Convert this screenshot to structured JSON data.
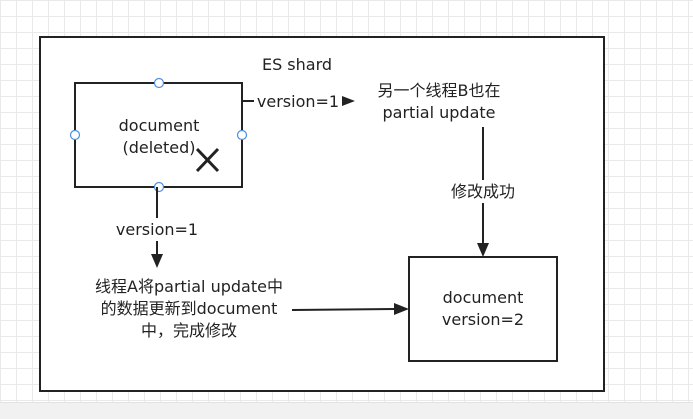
{
  "diagram": {
    "title": "ES shard",
    "doc_deleted": {
      "line1": "document",
      "line2": "(deleted)"
    },
    "doc_new": {
      "line1": "document",
      "line2": "version=2"
    },
    "edge_right_label": "version=1",
    "edge_down_label": "version=1",
    "thread_b": {
      "line1": "另一个线程B也在",
      "line2": "partial update"
    },
    "modify_success": "修改成功",
    "thread_a": {
      "line1": "线程A将partial update中",
      "line2": "的数据更新到document",
      "line3": "中，完成修改"
    },
    "colors": {
      "stroke": "#222222",
      "handle": "#4a90e2",
      "grid": "#e9e9e9"
    }
  }
}
